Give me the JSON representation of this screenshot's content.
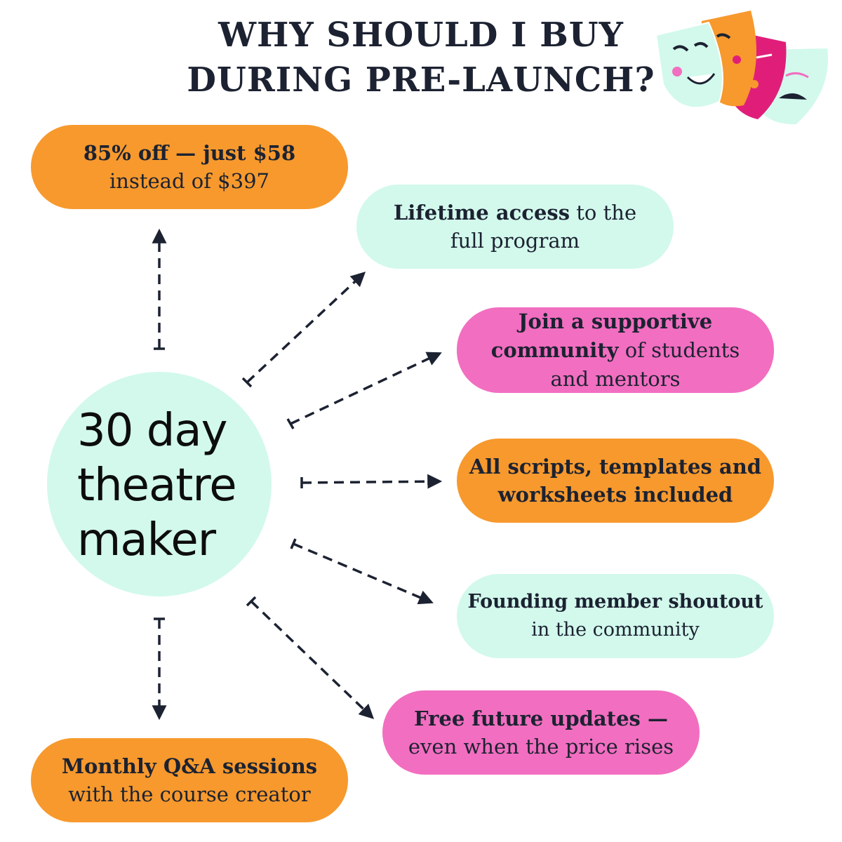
{
  "title": {
    "line1": "WHY SHOULD I BUY",
    "line2": "DURING PRE-LAUNCH?"
  },
  "logo": {
    "line1": "30 day",
    "line2": "theatre",
    "line3": "maker"
  },
  "benefits": [
    {
      "bold": "85% off — just $58",
      "rest": "instead of $397",
      "color": "#f7992d"
    },
    {
      "bold": "Lifetime access",
      "rest": " to the full program",
      "color": "#d2f9ec"
    },
    {
      "bold": "Join a supportive community",
      "rest": " of students and mentors",
      "color": "#f26ec0"
    },
    {
      "bold": "All scripts, templates and worksheets included",
      "rest": "",
      "color": "#f7992d"
    },
    {
      "bold": "Founding member shoutout",
      "rest": "in the community",
      "color": "#d2f9ec"
    },
    {
      "bold": "Free future updates —",
      "rest": "even when the price rises",
      "color": "#f26ec0"
    },
    {
      "bold": "Monthly Q&A sessions",
      "rest": "with the course creator",
      "color": "#f7992d"
    }
  ],
  "decoration": {
    "name": "theatre-masks-icon"
  },
  "colors": {
    "orange": "#f7992d",
    "mint": "#d2f9ec",
    "pink": "#f26ec0",
    "text": "#1c2231",
    "arrow": "#1c2231"
  }
}
